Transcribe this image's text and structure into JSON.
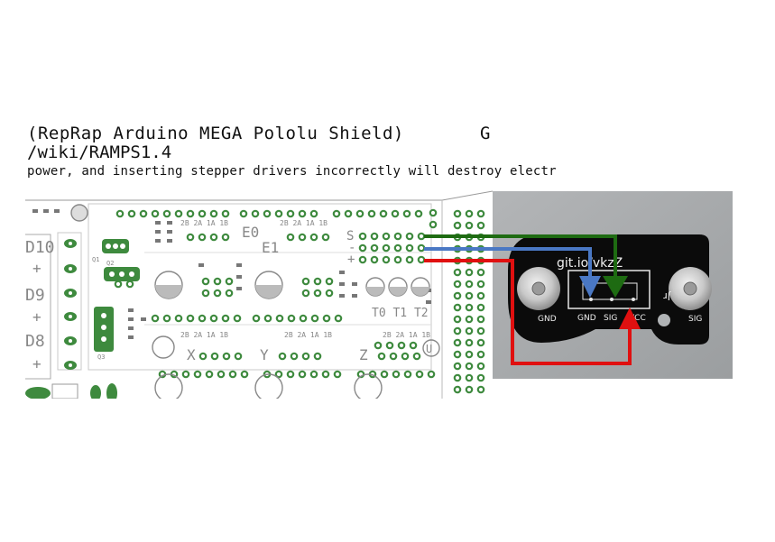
{
  "header": {
    "line1": "(RepRap Arduino MEGA Pololu Shield)",
    "line1_right": "G",
    "line2": "/wiki/RAMPS1.4",
    "line3": "power, and inserting stepper drivers incorrectly will destroy electr"
  },
  "board": {
    "labels": {
      "d10": "D10",
      "d9": "D9",
      "d8": "D8",
      "e0": "E0",
      "e1": "E1",
      "x": "X",
      "y": "Y",
      "z": "Z",
      "s": "S",
      "t0t1t2": "T0 T1 T2",
      "u": "U",
      "q1": "Q1",
      "q2": "Q2",
      "q3": "Q3",
      "pin_row": "2B 2A 1A 1B"
    }
  },
  "sensor": {
    "silk_url": "git.io/vkzZ",
    "gnd_left": "GND",
    "gnd_center": "GND",
    "sig_center": "SIG",
    "vcc": "VCC",
    "sig_right": "SIG",
    "jr": "Jr"
  },
  "colors": {
    "sig_wire": "#1e6b12",
    "gnd_wire": "#4a78c4",
    "vcc_wire": "#e01010",
    "pcb": "#0a0a0a",
    "photo_bg": "#a6a9ab",
    "schematic_green": "#5aa05a"
  }
}
